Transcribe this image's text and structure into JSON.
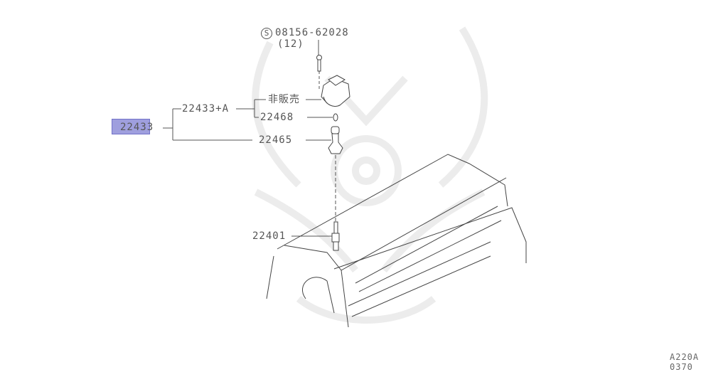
{
  "diagram": {
    "code": "A220A 0370",
    "highlight_color": "#8f8fd9",
    "line_color": "#4a4a4a",
    "watermark_color": "#ececec",
    "parts": {
      "main": "22433",
      "assembly": "22433+A",
      "not_sold": "非販売",
      "seal": "22468",
      "boot": "22465",
      "spark_plug": "22401",
      "bolt": "08156-62028",
      "bolt_torque": "(12)",
      "bolt_symbol": "S"
    }
  }
}
